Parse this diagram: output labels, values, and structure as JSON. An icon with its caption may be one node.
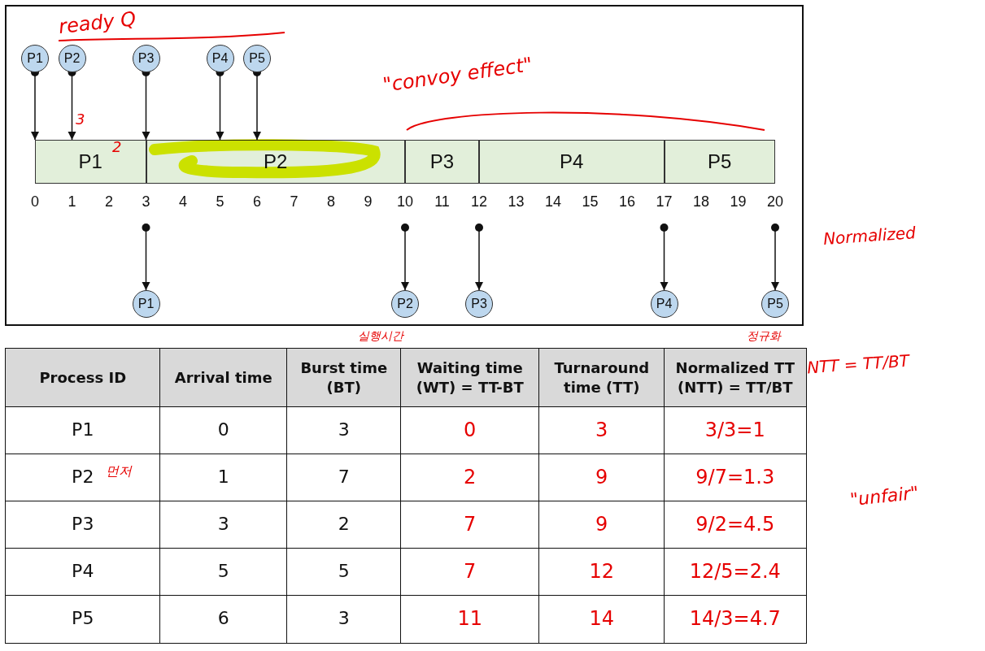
{
  "diagram": {
    "nodes": [
      {
        "text": [
          "P1"
        ]
      },
      {
        "text": [
          "P2"
        ]
      },
      {
        "text": [
          "P3"
        ]
      },
      {
        "text": [
          "P4"
        ]
      },
      {
        "text": [
          "P5"
        ]
      },
      {
        "text": [
          "P1"
        ]
      },
      {
        "text": [
          "P2"
        ]
      },
      {
        "text": [
          "P3"
        ]
      },
      {
        "text": [
          "P4"
        ]
      },
      {
        "text": [
          "P5"
        ]
      },
      {
        "text": [
          "P1"
        ]
      },
      {
        "text": [
          "P2"
        ]
      },
      {
        "text": [
          "P3"
        ]
      },
      {
        "text": [
          "P4"
        ]
      },
      {
        "text": [
          "P5"
        ]
      }
    ],
    "edges": [
      {
        "from": 0,
        "to": 5,
        "arrow": "to"
      },
      {
        "from": 1,
        "to": 5,
        "arrow": "to"
      },
      {
        "from": 2,
        "to": 5,
        "arrow": "to"
      },
      {
        "from": 3,
        "to": 6,
        "arrow": "to"
      },
      {
        "from": 4,
        "to": 6,
        "arrow": "to"
      },
      {
        "from": null,
        "to": 10,
        "arrow": "to"
      },
      {
        "from": null,
        "to": 11,
        "arrow": "to"
      },
      {
        "from": null,
        "to": 12,
        "arrow": "to"
      },
      {
        "from": null,
        "to": 13,
        "arrow": "to"
      },
      {
        "from": null,
        "to": 14,
        "arrow": "to"
      }
    ],
    "labels": [
      "ready Q",
      "\"convoy effect\"",
      "3",
      "2",
      "0",
      "1",
      "2",
      "3",
      "4",
      "5",
      "6",
      "7",
      "8",
      "9",
      "10",
      "11",
      "12",
      "13",
      "14",
      "15",
      "16",
      "17",
      "18",
      "19",
      "20",
      "Process ID",
      "Arrival time",
      "Burst time (BT)",
      "Waiting time (WT) = TT-BT",
      "Turnaround time (TT)",
      "Normalized TT (NTT) = TT/BT",
      "P1",
      "0",
      "3",
      "0",
      "3",
      "3/3=1",
      "P2",
      "1",
      "7",
      "2",
      "9",
      "9/7=1.3",
      "P3",
      "3",
      "2",
      "7",
      "9",
      "9/2=4.5",
      "P4",
      "5",
      "5",
      "7",
      "12",
      "12/5=2.4",
      "P5",
      "6",
      "3",
      "11",
      "14",
      "14/3=4.7",
      "먼저",
      "Normalized",
      "실행시간",
      "정규화",
      "NTT = TT/BT",
      "\"unfair\""
    ]
  }
}
